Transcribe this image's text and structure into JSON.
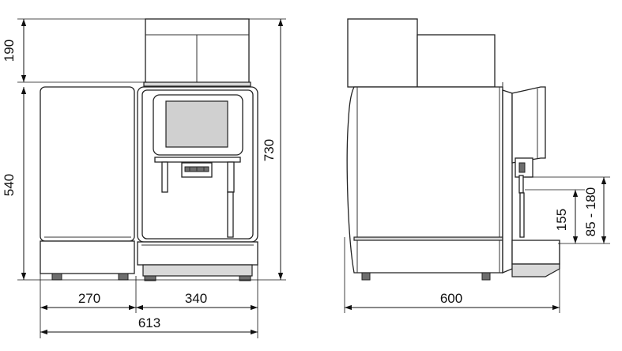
{
  "front_view": {
    "dim_top_height": "190",
    "dim_body_height": "540",
    "dim_total_height": "730",
    "dim_side_width": "270",
    "dim_main_width": "340",
    "dim_total_width": "613"
  },
  "side_view": {
    "dim_spout_range": "85 - 180",
    "dim_spout_height": "155",
    "dim_depth": "600"
  }
}
